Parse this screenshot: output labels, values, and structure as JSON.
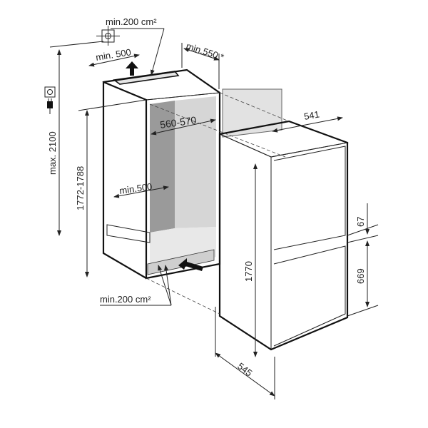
{
  "title": "Built-in fridge installation dimensions",
  "labels": {
    "top_vent": "min.200 cm²",
    "depth_top": "min. 500",
    "door_clearance": "min.550 *",
    "max_height": "max. 2100",
    "niche_height": "1772-1788",
    "niche_width": "560-570",
    "bottom_depth": "min.500",
    "bottom_vent": "min.200 cm²",
    "appliance_width": "541",
    "appliance_height": "1770",
    "appliance_depth": "545",
    "gap": "67",
    "lower_door": "669"
  },
  "icons": [
    "ventilation-symbol-icon",
    "socket-icon",
    "plug-icon",
    "airflow-up-arrow-icon",
    "airflow-in-arrow-icon"
  ]
}
